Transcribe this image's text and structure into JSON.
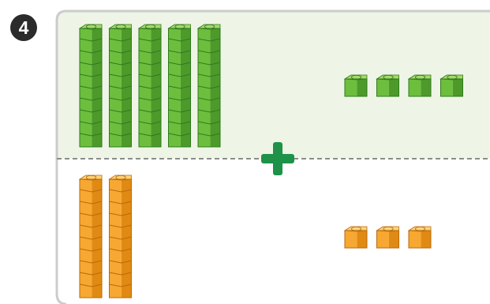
{
  "problem": {
    "number": "4"
  },
  "top_group": {
    "color_name": "green",
    "tens_rods": 5,
    "ones_cubes": 4,
    "cubes_per_rod": 10
  },
  "bottom_group": {
    "color_name": "orange",
    "tens_rods": 2,
    "ones_cubes": 3,
    "cubes_per_rod": 10
  },
  "operator": {
    "symbol": "plus",
    "icon": "plus-icon"
  },
  "colors": {
    "panel_top_bg": "#eef5e6",
    "panel_bottom_bg": "#ffffff",
    "panel_border": "#cccccc",
    "divider": "#8c8c8c",
    "plus": "#1e9248",
    "badge": "#2b2b2b",
    "green_top": "#a6d86a",
    "green_front": "#6ebe3e",
    "green_side": "#4d9a2b",
    "green_stroke": "#2f7a1c",
    "orange_top": "#ffd27a",
    "orange_front": "#f7a832",
    "orange_side": "#e08a14",
    "orange_stroke": "#b86a08"
  }
}
